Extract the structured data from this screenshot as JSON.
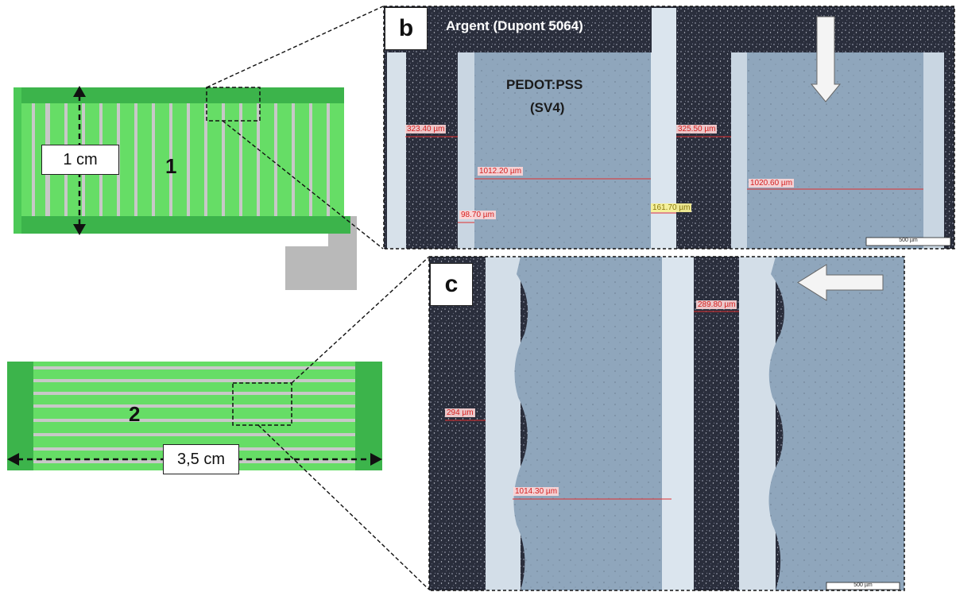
{
  "schematic_1": {
    "number": "1",
    "dimension": "1 cm"
  },
  "schematic_2": {
    "number": "2",
    "dimension": "3,5 cm"
  },
  "panel_b": {
    "letter": "b",
    "silver_label": "Argent (Dupont 5064)",
    "pedot_label_line1": "PEDOT:PSS",
    "pedot_label_line2": "(SV4)",
    "measurements": [
      "323.40 µm",
      "325.50 µm",
      "1012.20 µm",
      "1020.60 µm",
      "98.70 µm",
      "161.70 µm"
    ],
    "scale_bar": "500 µm",
    "arrow_direction": "down"
  },
  "panel_c": {
    "letter": "c",
    "measurements": [
      "289.80 µm",
      "294 µm",
      "1014.30 µm"
    ],
    "scale_bar": "500 µm",
    "arrow_direction": "left"
  },
  "colors": {
    "stripe_light_green": "#66dd66",
    "electrode_dark_green": "#3cb44b",
    "gap_gray": "#c8c8c8",
    "silver_dark": "#2a2e3c",
    "pedot_blue": "#8fa6bc",
    "gap_light": "#d7e1ea",
    "measure_red": "#e03030"
  }
}
